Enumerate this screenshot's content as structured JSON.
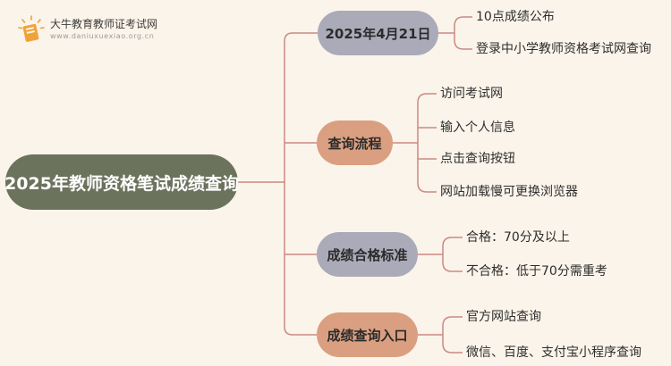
{
  "logo": {
    "title": "大牛教育教师证考试网",
    "url": "www.daniuxuexiao.org.cn",
    "icon": "book-badge-icon"
  },
  "root": {
    "label": "2025年教师资格笔试成绩查询"
  },
  "branches": [
    {
      "label": "2025年4月21日",
      "children": [
        "10点成绩公布",
        "登录中小学教师资格考试网查询"
      ]
    },
    {
      "label": "查询流程",
      "children": [
        "访问考试网",
        "输入个人信息",
        "点击查询按钮",
        "网站加载慢可更换浏览器"
      ]
    },
    {
      "label": "成绩合格标准",
      "children": [
        "合格：70分及以上",
        "不合格：低于70分需重考"
      ]
    },
    {
      "label": "成绩查询入口",
      "children": [
        "官方网站查询",
        "微信、百度、支付宝小程序查询"
      ]
    }
  ],
  "colors": {
    "background": "#fbf4ea",
    "root": "#6c735d",
    "gray_branch": "#abaab9",
    "peach_branch": "#d99f80",
    "connector": "#c98a82"
  }
}
